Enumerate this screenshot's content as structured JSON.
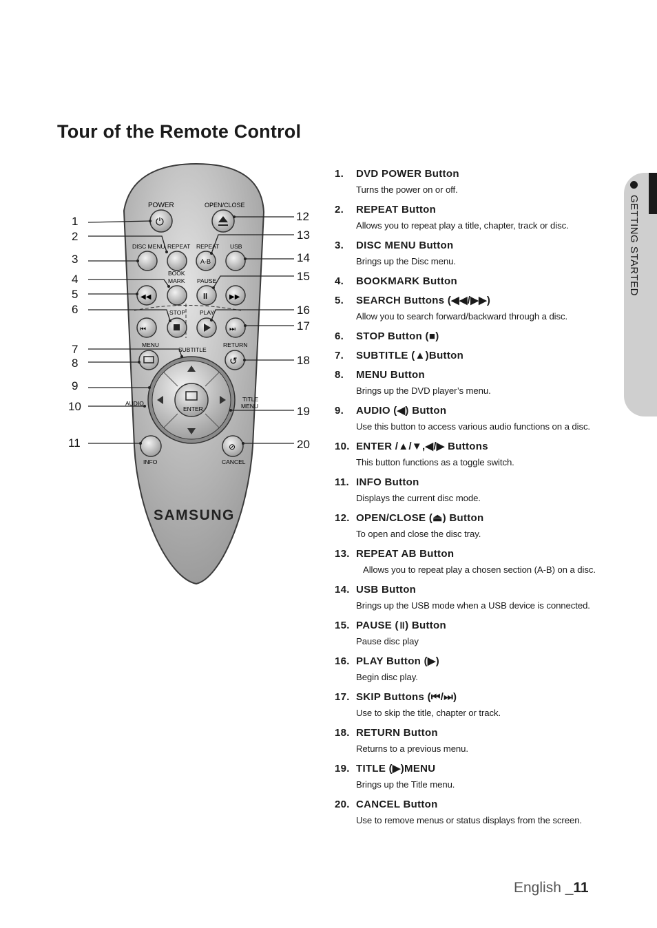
{
  "page_title": "Tour of the Remote Control",
  "side_tab_label": "GETTING STARTED",
  "footer": {
    "lang": "English _",
    "page": "11"
  },
  "remote_labels": {
    "power": "POWER",
    "open_close": "OPEN/CLOSE",
    "disc_menu": "DISC MENU",
    "repeat": "REPEAT",
    "repeat2": "REPEAT",
    "usb": "USB",
    "ab": "A-B",
    "book": "BOOK",
    "mark": "MARK",
    "pause": "PAUSE",
    "stop": "STOP",
    "play": "PLAY",
    "menu": "MENU",
    "subtitle": "SUBTITLE",
    "return": "RETURN",
    "audio": "AUDIO",
    "enter": "ENTER",
    "title": "TITLE",
    "title_menu": "MENU",
    "info": "INFO",
    "cancel": "CANCEL",
    "brand": "SAMSUNG"
  },
  "callouts": [
    "1",
    "2",
    "3",
    "4",
    "5",
    "6",
    "7",
    "8",
    "9",
    "10",
    "11",
    "12",
    "13",
    "14",
    "15",
    "16",
    "17",
    "18",
    "19",
    "20"
  ],
  "items": [
    {
      "num": "1.",
      "name": "DVD POWER Button",
      "desc": "Turns the power on or off."
    },
    {
      "num": "2.",
      "name": "REPEAT Button",
      "desc": "Allows you to repeat play a title, chapter, track or disc."
    },
    {
      "num": "3.",
      "name": "DISC MENU Button",
      "desc": "Brings up the Disc menu."
    },
    {
      "num": "4.",
      "name": "BOOKMARK Button",
      "desc": ""
    },
    {
      "num": "5.",
      "name": "SEARCH Buttons (◀◀/▶▶)",
      "desc": "Allow you to search forward/backward through a disc."
    },
    {
      "num": "6.",
      "name": "STOP Button (■)",
      "desc": ""
    },
    {
      "num": "7.",
      "name": "SUBTITLE (▲)Button",
      "desc": ""
    },
    {
      "num": "8.",
      "name": "MENU Button",
      "desc": "Brings up the DVD player’s menu."
    },
    {
      "num": "9.",
      "name": "AUDIO (◀) Button",
      "desc": "Use this button to access various audio functions on a disc."
    },
    {
      "num": "10.",
      "name": "ENTER /▲/▼,◀/▶ Buttons",
      "desc": "This button functions as a toggle switch."
    },
    {
      "num": "11.",
      "name": "INFO Button",
      "desc": "Displays the current disc mode."
    },
    {
      "num": "12.",
      "name": "OPEN/CLOSE (⏏) Button",
      "desc": "To open and close the disc tray."
    },
    {
      "num": "13.",
      "name": "REPEAT AB Button",
      "desc": "Allows you to repeat play a chosen section (A-B) on a disc."
    },
    {
      "num": "14.",
      "name": "USB Button",
      "desc": "Brings up the USB mode when a USB device is connected."
    },
    {
      "num": "15.",
      "name": "PAUSE (॥) Button",
      "desc": "Pause disc play"
    },
    {
      "num": "16.",
      "name": "PLAY Button (▶)",
      "desc": "Begin disc play."
    },
    {
      "num": "17.",
      "name": "SKIP Buttons (⏮/⏭)",
      "desc": "Use to skip the title, chapter or track."
    },
    {
      "num": "18.",
      "name": "RETURN Button",
      "desc": "Returns to a previous menu."
    },
    {
      "num": "19.",
      "name": "TITLE (▶)MENU",
      "desc": "Brings up the Title menu."
    },
    {
      "num": "20.",
      "name": "CANCEL Button",
      "desc": "Use to remove menus or status displays from the screen."
    }
  ]
}
